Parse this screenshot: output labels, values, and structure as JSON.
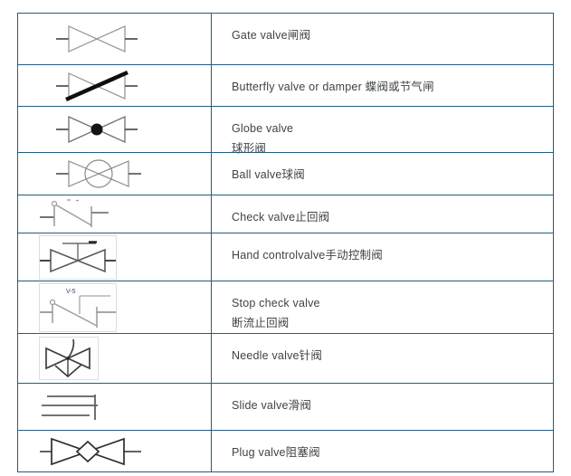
{
  "table": {
    "border_color": "#235e80",
    "text_color": "#3f4346",
    "rows": [
      {
        "symbol": "gate-valve-symbol",
        "label": "Gate valve闸阀"
      },
      {
        "symbol": "butterfly-valve-symbol",
        "label": "Butterfly valve or damper 蝶阀或节气闸"
      },
      {
        "symbol": "globe-valve-symbol",
        "label": "Globe valve",
        "label2": "球形阀"
      },
      {
        "symbol": "ball-valve-symbol",
        "label": "Ball valve球阀"
      },
      {
        "symbol": "check-valve-symbol",
        "label": "Check valve止回阀"
      },
      {
        "symbol": "hand-control-valve-symbol",
        "label": "Hand controlvalve手动控制阀"
      },
      {
        "symbol": "stop-check-valve-symbol",
        "label": "Stop check valve",
        "label2": "断流止回阀",
        "symbol_tag": "V-5"
      },
      {
        "symbol": "needle-valve-symbol",
        "label": "Needle valve针阀"
      },
      {
        "symbol": "slide-valve-symbol",
        "label": "Slide valve滑阀"
      },
      {
        "symbol": "plug-valve-symbol",
        "label": "Plug valve阻塞阀"
      }
    ]
  }
}
